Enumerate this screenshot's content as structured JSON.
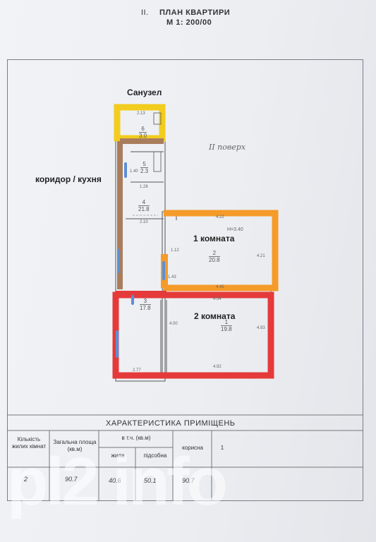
{
  "header": {
    "section": "II.",
    "title": "ПЛАН КВАРТИРИ",
    "scale": "М 1: 200/00"
  },
  "labels": {
    "bathroom": "Санузел",
    "corridor_kitchen": "коридор / кухня",
    "room1": "1 комната",
    "room2": "2 комната",
    "floor_note": "II поверх"
  },
  "rooms": [
    {
      "num": "6",
      "area": "3.0"
    },
    {
      "num": "5",
      "area": "2.3"
    },
    {
      "num": "4",
      "area": "21.8"
    },
    {
      "num": "2",
      "area": "20.8"
    },
    {
      "num": "3",
      "area": "17.8"
    },
    {
      "num": "1",
      "area": "19.8"
    }
  ],
  "dims": {
    "d213": "2.13",
    "d140": "1.40",
    "d128": "1.28",
    "d210": "2.10",
    "d422": "4.22",
    "height": "H=3.40",
    "d421": "4.21",
    "d112": "1.12",
    "d445": "4.45",
    "d454": "4.54",
    "d143": "1.43",
    "d400": "4.00",
    "d493": "4.93",
    "d492": "4.92",
    "d277": "2.77"
  },
  "table": {
    "title": "ХАРАКТЕРИСТИКА ПРИМІЩЕНЬ",
    "col_rooms": "Кількість жилих кімнат",
    "col_total": "Загальна площа (кв.м)",
    "col_incl": "в т.ч. (кв.м)",
    "col_living": "жила",
    "col_aux": "підсобна",
    "col_useful": "корисна",
    "row_mark": "1",
    "values": {
      "rooms": "2",
      "total": "90.7",
      "living": "40.6",
      "aux": "50.1",
      "useful": "90.7"
    }
  },
  "watermark": "pl2 info",
  "colors": {
    "bathroom": "#f2cc1f",
    "corridor": "#a97d5c",
    "room1": "#f59b2a",
    "room2": "#e53a3a",
    "window": "#5b8fd6"
  }
}
